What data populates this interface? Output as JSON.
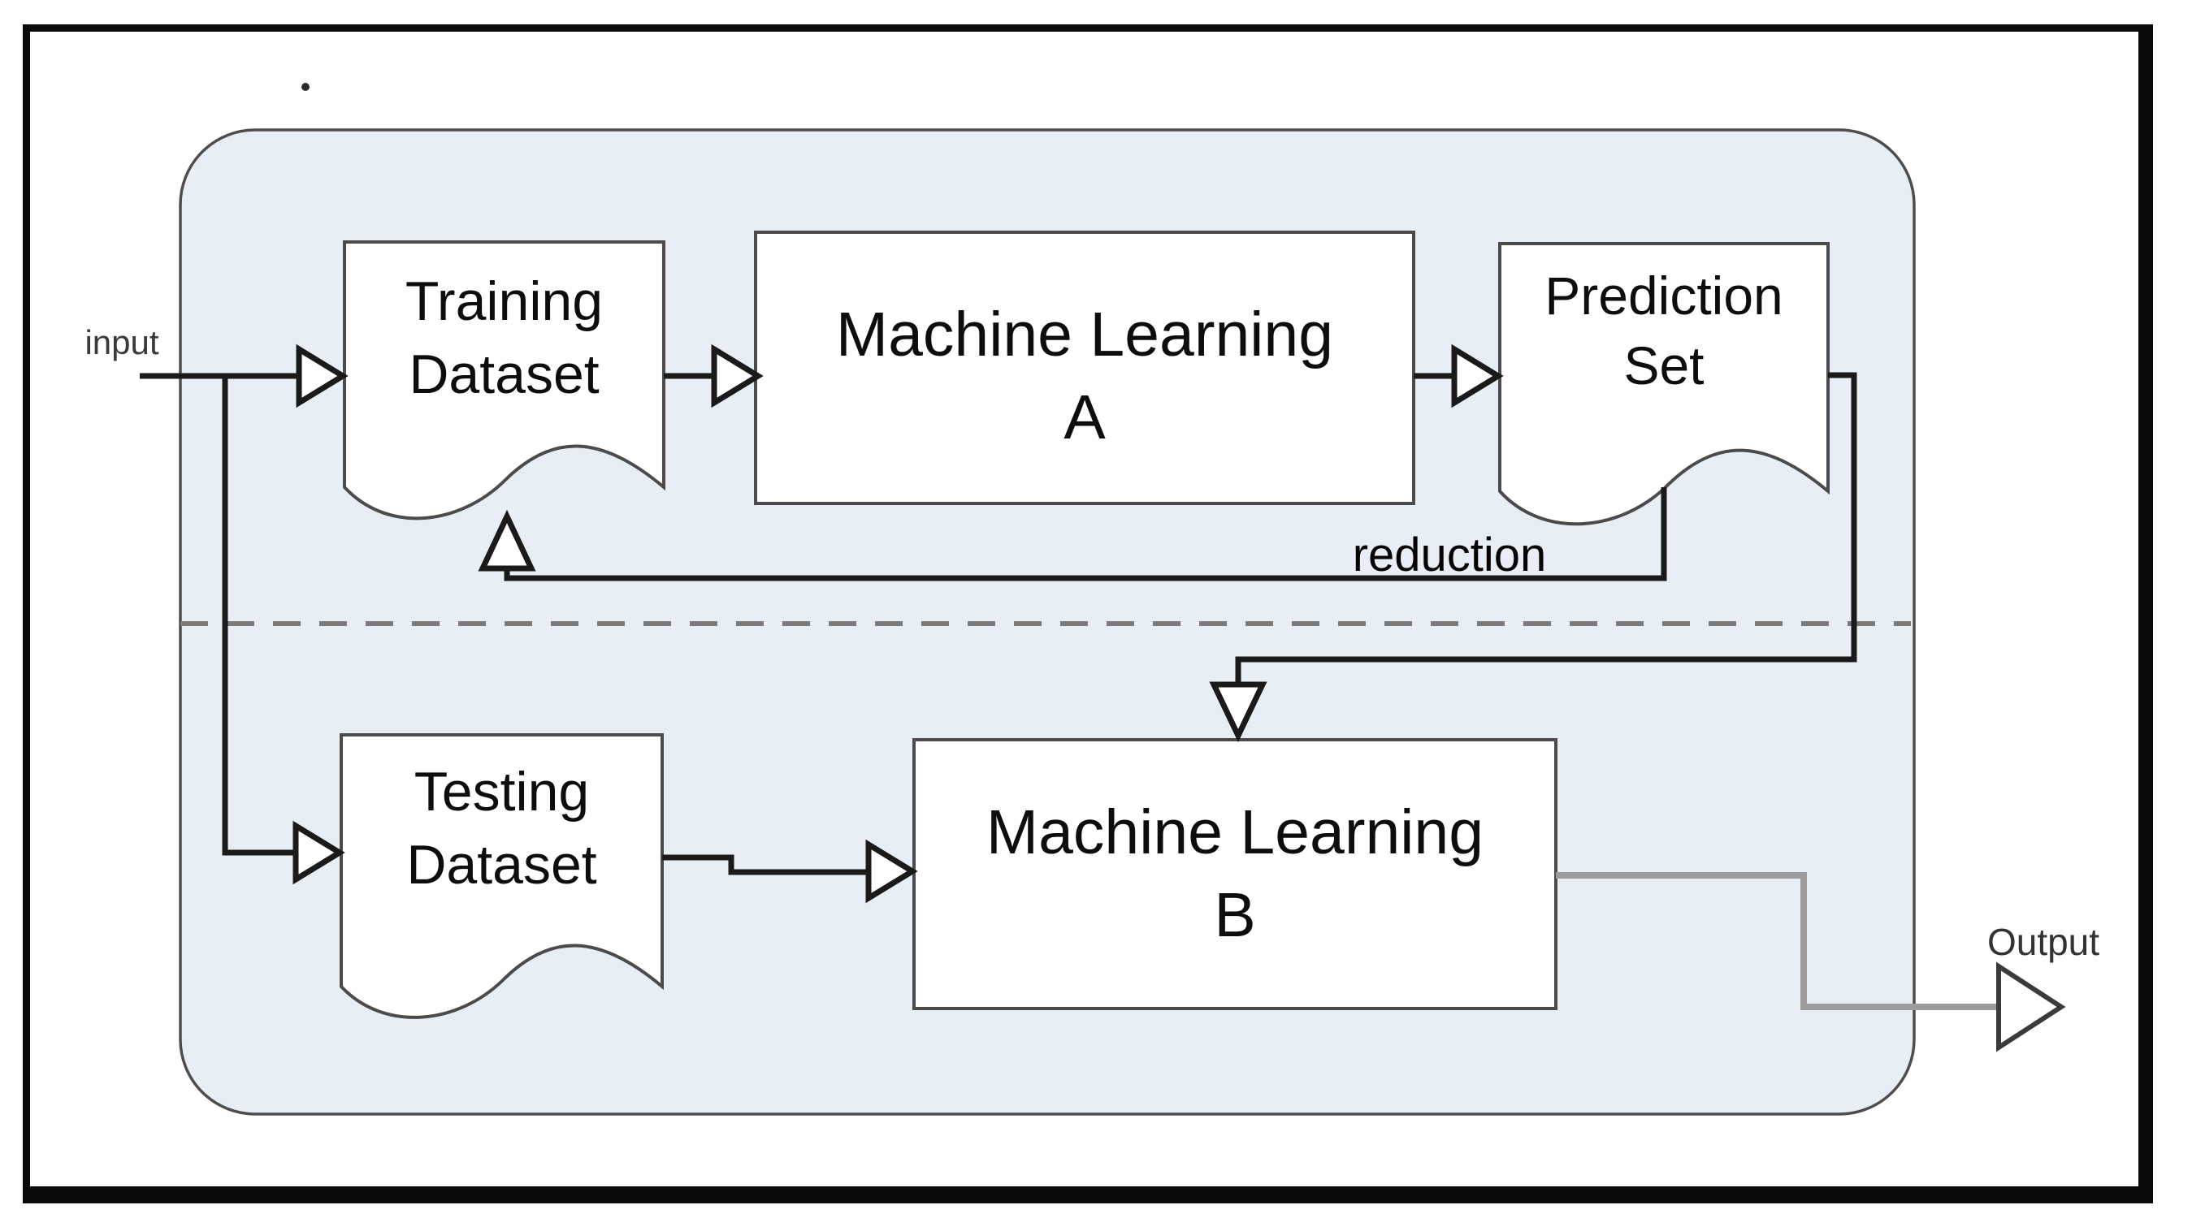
{
  "labels": {
    "input": "input",
    "reduction": "reduction",
    "output": "Output"
  },
  "nodes": {
    "training_dataset": {
      "shape": "document",
      "lines": [
        "Training",
        "Dataset"
      ]
    },
    "machine_learning_a": {
      "shape": "process",
      "lines": [
        "Machine Learning",
        "A"
      ]
    },
    "prediction_set": {
      "shape": "document",
      "lines": [
        "Prediction",
        "Set"
      ]
    },
    "testing_dataset": {
      "shape": "document",
      "lines": [
        "Testing",
        "Dataset"
      ]
    },
    "machine_learning_b": {
      "shape": "process",
      "lines": [
        "Machine Learning",
        "B"
      ]
    }
  },
  "edges": [
    {
      "from": "input",
      "to": "training_dataset",
      "label": "input"
    },
    {
      "from": "input",
      "to": "testing_dataset",
      "label": ""
    },
    {
      "from": "training_dataset",
      "to": "machine_learning_a",
      "label": ""
    },
    {
      "from": "machine_learning_a",
      "to": "prediction_set",
      "label": ""
    },
    {
      "from": "prediction_set",
      "to": "training_dataset",
      "label": "reduction"
    },
    {
      "from": "prediction_set",
      "to": "machine_learning_b",
      "label": ""
    },
    {
      "from": "testing_dataset",
      "to": "machine_learning_b",
      "label": ""
    },
    {
      "from": "machine_learning_b",
      "to": "output",
      "label": "Output"
    }
  ],
  "colors": {
    "container_fill": "#e8eef6",
    "container_border": "#4d4d4d",
    "node_fill": "#ffffff",
    "node_border": "#4b4b4b",
    "connector": "#1a1a1a",
    "connector_gray": "#9c9c9c",
    "divider_dash": "#7a7a7a",
    "frame_border": "#0a0a0a",
    "text": "#0d0d0d",
    "muted_text": "#3a3a3a"
  }
}
